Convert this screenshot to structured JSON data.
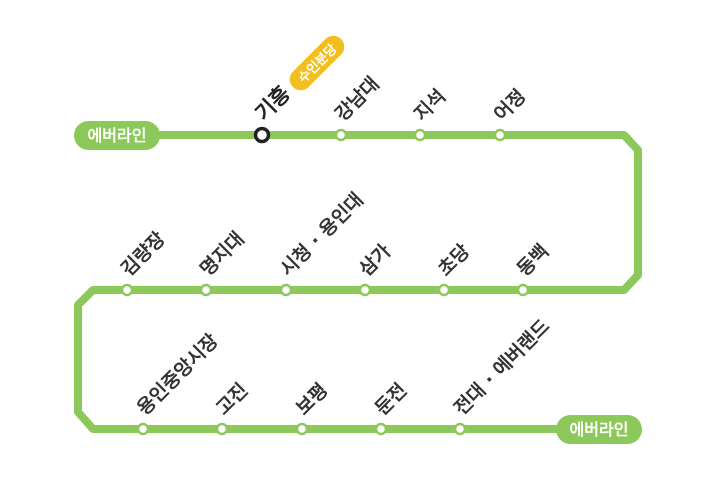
{
  "colors": {
    "line": "#8cc85a",
    "transfer_badge": "#f2bf1f",
    "transfer_ring": "#222222",
    "label": "#333333"
  },
  "terminals": {
    "start": "에버라인",
    "end": "에버라인"
  },
  "transfer": {
    "badge": "수인분당"
  },
  "rows": [
    {
      "stations": [
        {
          "name": "기흥",
          "transfer": true
        },
        {
          "name": "강남대"
        },
        {
          "name": "지석"
        },
        {
          "name": "어정"
        }
      ]
    },
    {
      "stations": [
        {
          "name": "동백"
        },
        {
          "name": "초당"
        },
        {
          "name": "삼가"
        },
        {
          "name": "시청 · 용인대"
        },
        {
          "name": "명지대"
        },
        {
          "name": "김량장"
        }
      ]
    },
    {
      "stations": [
        {
          "name": "용인중앙시장"
        },
        {
          "name": "고진"
        },
        {
          "name": "보평"
        },
        {
          "name": "둔전"
        },
        {
          "name": "전대 · 에버랜드"
        }
      ]
    }
  ]
}
